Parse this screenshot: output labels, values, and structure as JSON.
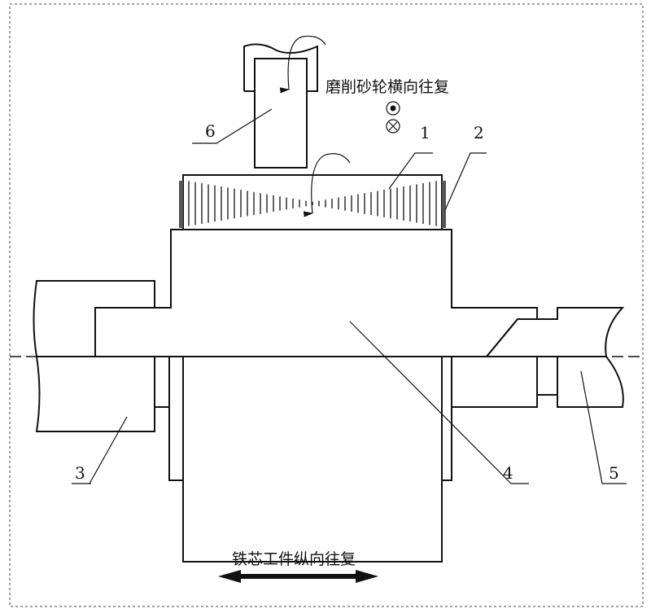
{
  "annotations": {
    "wheel_motion": "磨削砂轮横向往复",
    "workpiece_motion": "铁芯工件纵向往复"
  },
  "part_labels": {
    "core": "1",
    "end_strip": "2",
    "left_shaft": "3",
    "mandrel": "4",
    "right_shaft": "5",
    "grinding_wheel": "6"
  }
}
